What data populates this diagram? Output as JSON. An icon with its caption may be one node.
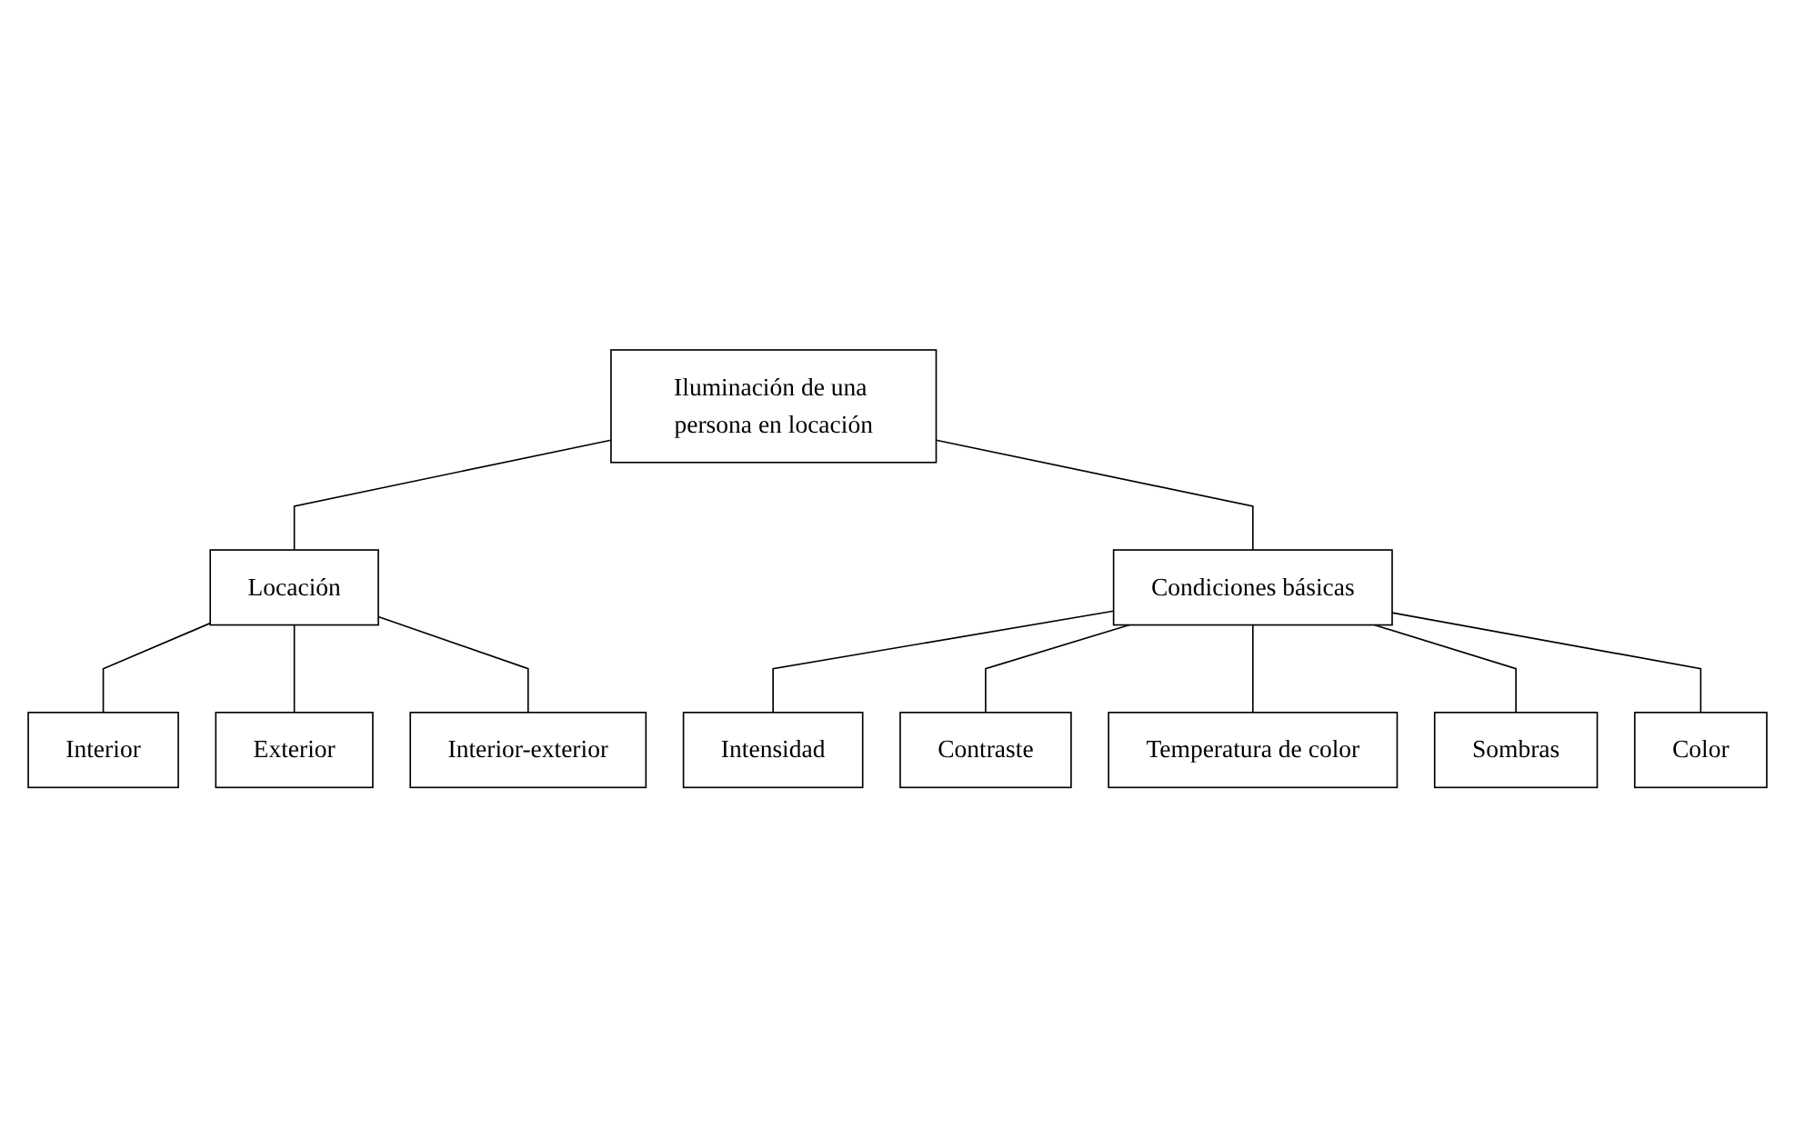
{
  "diagram": {
    "nodes": [
      {
        "text": [
          "Iluminación de una persona en locación"
        ]
      },
      {
        "text": [
          "Locación"
        ]
      },
      {
        "text": [
          "Condiciones básicas"
        ]
      },
      {
        "text": [
          "Interior"
        ]
      },
      {
        "text": [
          "Exterior"
        ]
      },
      {
        "text": [
          "Interior-exterior"
        ]
      },
      {
        "text": [
          "Intensidad"
        ]
      },
      {
        "text": [
          "Contraste"
        ]
      },
      {
        "text": [
          "Temperatura de color"
        ]
      },
      {
        "text": [
          "Sombras"
        ]
      },
      {
        "text": [
          "Color"
        ]
      }
    ],
    "edges": [
      {
        "from": 0,
        "to": 1,
        "arrow": "none"
      },
      {
        "from": 0,
        "to": 2,
        "arrow": "none"
      },
      {
        "from": 1,
        "to": 3,
        "arrow": "none"
      },
      {
        "from": 1,
        "to": 4,
        "arrow": "none"
      },
      {
        "from": 1,
        "to": 5,
        "arrow": "none"
      },
      {
        "from": 2,
        "to": 6,
        "arrow": "none"
      },
      {
        "from": 2,
        "to": 7,
        "arrow": "none"
      },
      {
        "from": 2,
        "to": 8,
        "arrow": "none"
      },
      {
        "from": 2,
        "to": 9,
        "arrow": "none"
      },
      {
        "from": 2,
        "to": 10,
        "arrow": "none"
      }
    ]
  }
}
